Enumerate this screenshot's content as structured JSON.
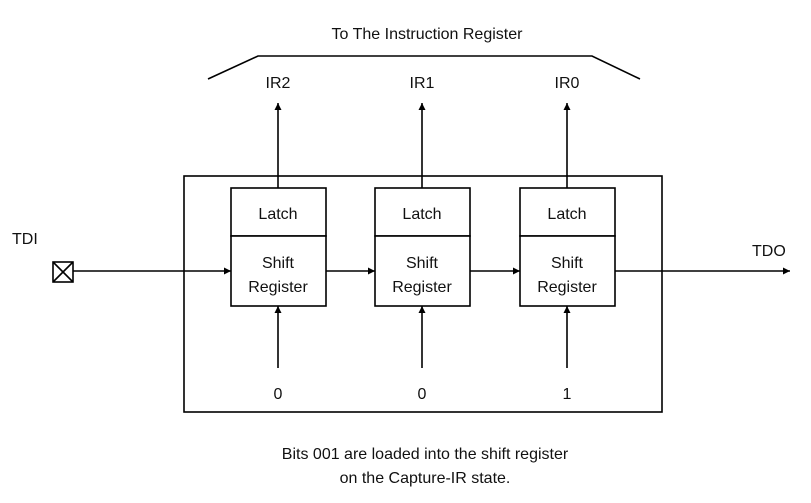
{
  "header": {
    "title": "To The Instruction Register"
  },
  "outputs": [
    {
      "id": "ir2",
      "label": "IR2"
    },
    {
      "id": "ir1",
      "label": "IR1"
    },
    {
      "id": "ir0",
      "label": "IR0"
    }
  ],
  "cells": [
    {
      "latch_label": "Latch",
      "shift_line1": "Shift",
      "shift_line2": "Register",
      "input_value": "0"
    },
    {
      "latch_label": "Latch",
      "shift_line1": "Shift",
      "shift_line2": "Register",
      "input_value": "0"
    },
    {
      "latch_label": "Latch",
      "shift_line1": "Shift",
      "shift_line2": "Register",
      "input_value": "1"
    }
  ],
  "pins": {
    "tdi": "TDI",
    "tdo": "TDO"
  },
  "caption": {
    "line1": "Bits 001 are loaded into the shift register",
    "line2": "on the Capture-IR state."
  }
}
